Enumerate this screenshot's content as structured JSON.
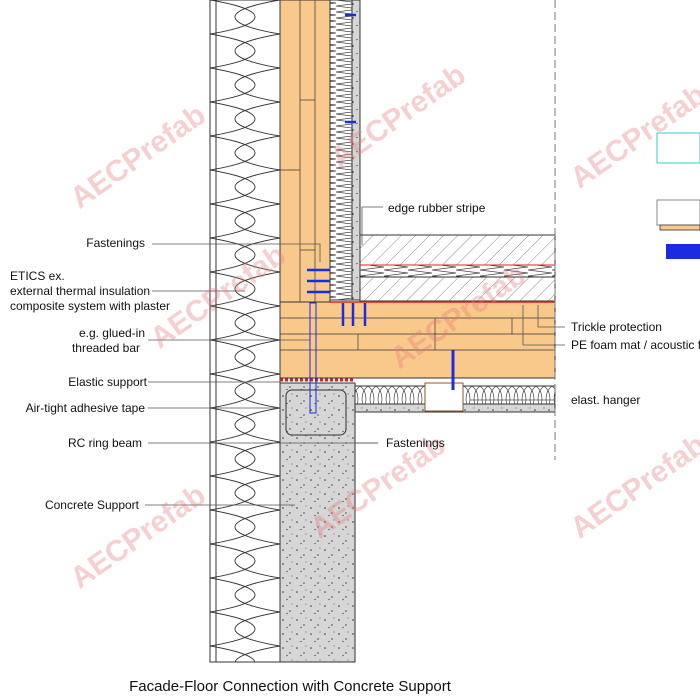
{
  "title": "Facade-Floor Connection with Concrete Support",
  "watermark": "AECPrefab",
  "labels_left": {
    "fastenings": "Fastenings",
    "etics_1": "ETICS ex.",
    "etics_2": "external thermal insulation",
    "etics_3": "composite system with plaster",
    "glued_1": "e.g.   glued-in",
    "glued_2": "threaded bar",
    "elastic": "Elastic support",
    "tape": "Air-tight adhesive tape",
    "ring_beam": "RC ring beam",
    "concrete": "Concrete Support"
  },
  "labels_right": {
    "edge": "edge rubber stripe",
    "trickle": "Trickle protection",
    "pe_foam": "PE foam mat / acoustic foil",
    "hanger": "elast. hanger",
    "fastenings": "Fastenings"
  },
  "colors": {
    "timber": "#f9c98b",
    "concrete": "#d4d4d4",
    "accent": "#e02020",
    "fastener": "#1a2be0"
  }
}
